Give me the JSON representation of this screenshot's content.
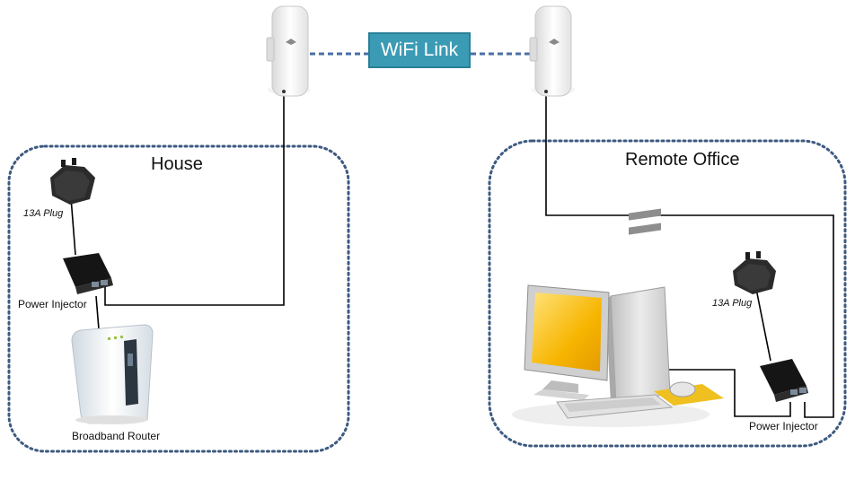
{
  "link": {
    "label": "WiFi Link"
  },
  "house": {
    "title": "House",
    "plug_label": "13A Plug",
    "injector_label": "Power Injector",
    "router_label": "Broadband Router"
  },
  "office": {
    "title": "Remote Office",
    "plug_label": "13A Plug",
    "injector_label": "Power Injector"
  },
  "colors": {
    "zone_border": "#3d5a80",
    "wifi_badge": "#3b9bb5",
    "wifi_dash": "#4a6fa5",
    "cable": "#000000",
    "monitor_screen": "#f7b500"
  },
  "icons": [
    "access-point-icon",
    "plug-icon",
    "power-injector-icon",
    "router-icon",
    "computer-icon"
  ]
}
